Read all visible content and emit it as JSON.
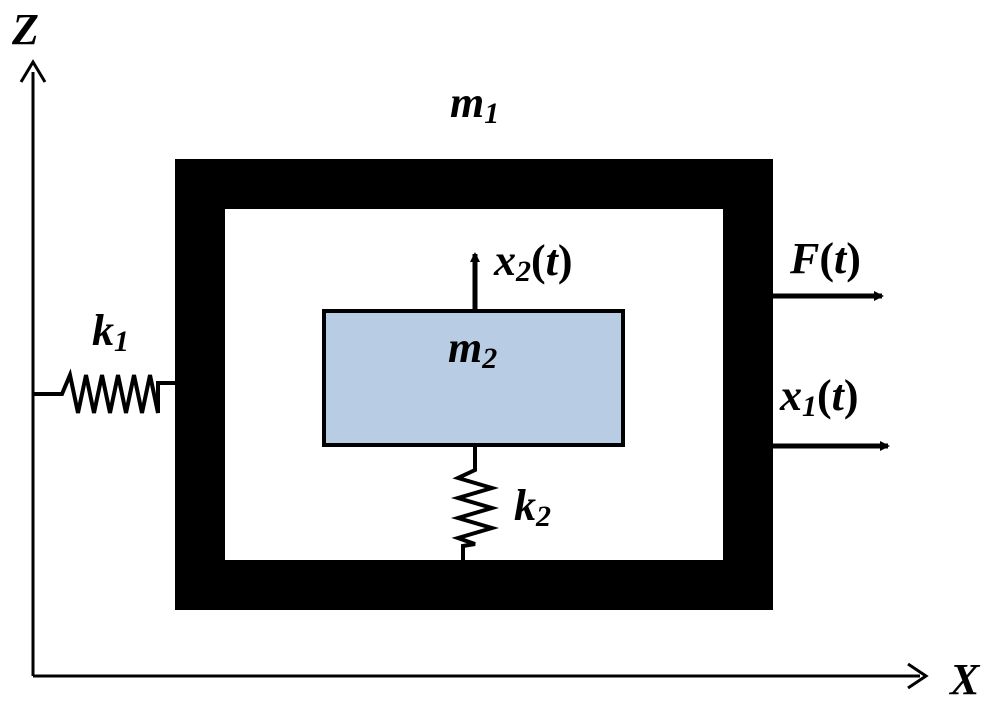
{
  "colors": {
    "frame": "#000000",
    "inner_mass_fill": "#b8cce4",
    "background": "#ffffff",
    "ink": "#000000"
  },
  "axes": {
    "z_label": "Z",
    "x_label": "X"
  },
  "masses": {
    "outer": {
      "symbol": "m",
      "subscript": "1"
    },
    "inner": {
      "symbol": "m",
      "subscript": "2"
    }
  },
  "springs": {
    "outer": {
      "symbol": "k",
      "subscript": "1"
    },
    "inner": {
      "symbol": "k",
      "subscript": "2"
    }
  },
  "signals": {
    "force": {
      "symbol": "F",
      "arg": "t"
    },
    "x1": {
      "symbol": "x",
      "subscript": "1",
      "arg": "t"
    },
    "x2": {
      "symbol": "x",
      "subscript": "2",
      "arg": "t"
    }
  }
}
